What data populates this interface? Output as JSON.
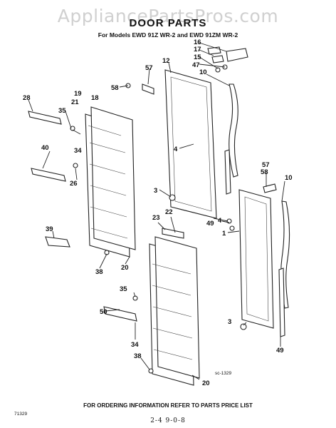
{
  "watermark": "AppliancePartsPros.com",
  "title": "DOOR PARTS",
  "subtitle": "For Models EWD 91Z WR-2 and EWD 91ZM WR-2",
  "footer": "FOR ORDERING INFORMATION REFER TO PARTS PRICE LIST",
  "image_code_left": "71329",
  "image_code_right": "sc-1329",
  "handwritten": "2-4 9-0-8",
  "callouts": {
    "c16": "16",
    "c17": "17",
    "c15": "15",
    "c47": "47",
    "c12": "12",
    "c57a": "57",
    "c10a": "10",
    "c58a": "58",
    "c28": "28",
    "c19": "19",
    "c21": "21",
    "c18": "18",
    "c35a": "35",
    "c34a": "34",
    "c40": "40",
    "c26": "26",
    "c4a": "4",
    "c3a": "3",
    "c39": "39",
    "c38a": "38",
    "c20a": "20",
    "c23": "23",
    "c22": "22",
    "c49a": "49",
    "c4b": "4",
    "c1": "1",
    "c57b": "57",
    "c58b": "58",
    "c10b": "10",
    "c35b": "35",
    "c50": "50",
    "c34b": "34",
    "c38b": "38",
    "c20b": "20",
    "c3b": "3",
    "c49b": "49"
  }
}
